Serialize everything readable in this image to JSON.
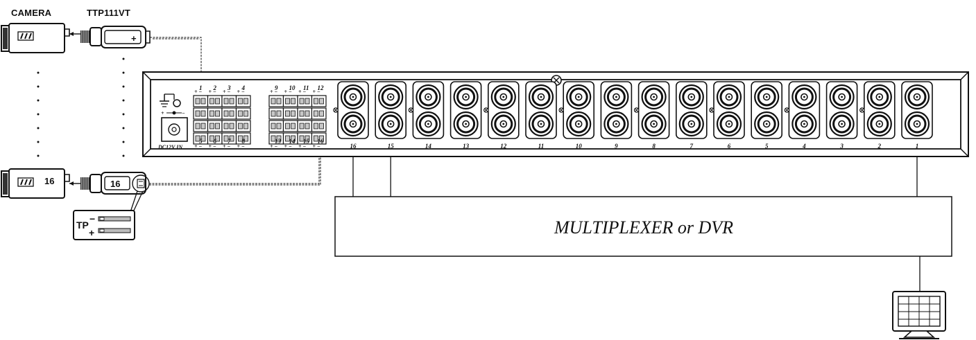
{
  "labels": {
    "camera": "CAMERA",
    "transceiver": "TTP111VT",
    "recorder": "MULTIPLEXER or DVR",
    "power_input": "DC12V IN",
    "camera_number": "16",
    "transceiver_number": "16",
    "tp_badge": "TP",
    "tp_minus": "−",
    "tp_plus": "+"
  },
  "bnc_port_numbers": [
    "16",
    "15",
    "14",
    "13",
    "12",
    "11",
    "10",
    "9",
    "8",
    "7",
    "6",
    "5",
    "4",
    "3",
    "2",
    "1"
  ],
  "terminal_numbers_top_left": [
    "1",
    "2",
    "3",
    "4"
  ],
  "terminal_numbers_bottom_left": [
    "5",
    "6",
    "7",
    "8"
  ],
  "terminal_numbers_top_right": [
    "9",
    "10",
    "11",
    "12"
  ],
  "terminal_numbers_bottom_right": [
    "13",
    "14",
    "15",
    "16"
  ],
  "connected_ports": [
    "16",
    "15",
    "1"
  ],
  "colors": {
    "line": "#111111",
    "panel": "#ffffff",
    "fill_light": "#d8d8d8",
    "fill_dark": "#555555"
  }
}
